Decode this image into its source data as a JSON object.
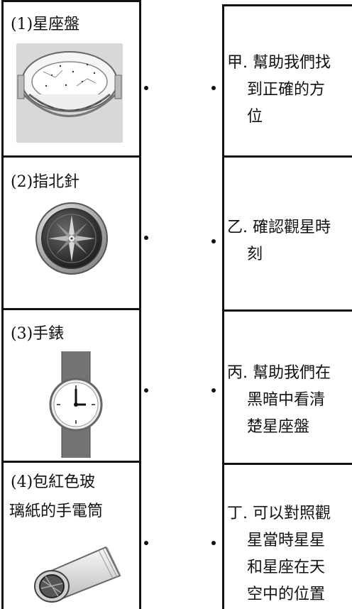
{
  "rows": [
    {
      "left_label": "(1)星座盤",
      "left_icon": "planisphere-icon",
      "right_lines": [
        "甲. 幫助我們找",
        "    到正確的方",
        "    位"
      ]
    },
    {
      "left_label": "(2)指北針",
      "left_icon": "compass-icon",
      "right_lines": [
        "乙. 確認觀星時",
        "    刻"
      ]
    },
    {
      "left_label": "(3)手錶",
      "left_icon": "wristwatch-icon",
      "right_lines": [
        "丙. 幫助我們在",
        "    黑暗中看清",
        "    楚星座盤"
      ]
    },
    {
      "left_label_lines": [
        "(4)包紅色玻",
        "璃紙的手電筒"
      ],
      "left_icon": "flashlight-icon",
      "right_lines": [
        "丁. 可以對照觀",
        "    星當時星星",
        "    和星座在天",
        "    空中的位置"
      ]
    }
  ]
}
